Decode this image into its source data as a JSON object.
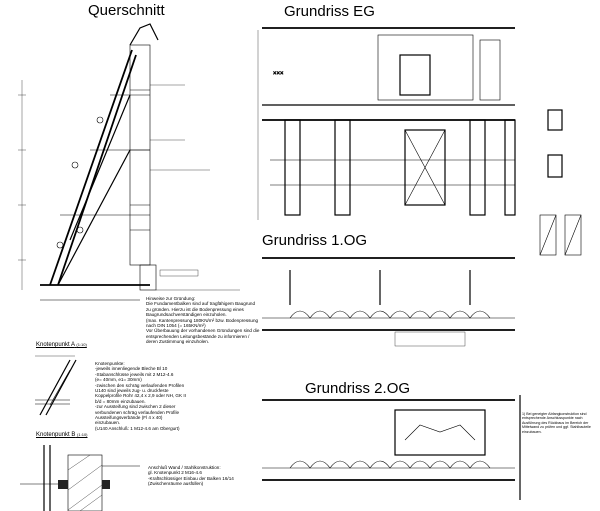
{
  "titles": {
    "section": "Querschnitt",
    "ground_floor": "Grundriss EG",
    "first_floor": "Grundriss 1.OG",
    "second_floor": "Grundriss 2.OG"
  },
  "details": {
    "node_a": {
      "label": "Knotenpunkt A",
      "scale": "(1:10)"
    },
    "node_b": {
      "label": "Knotenpunkt B",
      "scale": "(1:10)"
    }
  },
  "notes": {
    "foundation": "Hinweise zur Gründung:\nDie Fundamentbalken sind auf tragfähigem Baugrund zu gründen. Hierzu ist die Bodenpressung eines Baugrundsachverständigen einzuholen.\n(max. Kantenpressung 180KN/m² bzw. Bodenpressung nach DIN 1054 (= 165KN/m²)\nVor Überbauung der vorhandenen Gründungen sind die entsprechenden Leitungsbestände zu informieren / deren Zustimmung einzuholen.",
    "node_a": "Knotenpunkte:\n-jeweils innenliegende Bleche Bl 10\n-Stabanschlüsse jeweils mit 2 M12-4.6\n(e= 40mm, e1= 30mm)\n-zwischen den schräg verlaufenden Profilen U140 sind jeweils zug- u. druckfeste Koppelprofile Rohr 42,4 x 2,9 oder NH, GK II b/d = 80mm einzubauen.\n-zur Aussteifung sind zwischen 2 dieser verbundenen schräg verlaufenden Profile Aussteifungsverbände (Fl 4 x 40) einzubauen.\n(U140 Anschluß: 1 M12-4.6 am Obergurt)",
    "node_b": "Anschluß Wand / Stahlkonstruktion:\ngl. Knotenpunkt 2 M16-4.6\n-Kraftschlüssiger Einbau der Balken 16/14\n(Zwischenräume ausfüllen)",
    "right": "1) Bei geneigter Abfangkonstruktion sind entsprechende Anschlusspunkte nach Ausführung des Rückbaus im Bereich der Mittelwand zu prüfen und ggf. Stahlbauteile einzubauen."
  }
}
